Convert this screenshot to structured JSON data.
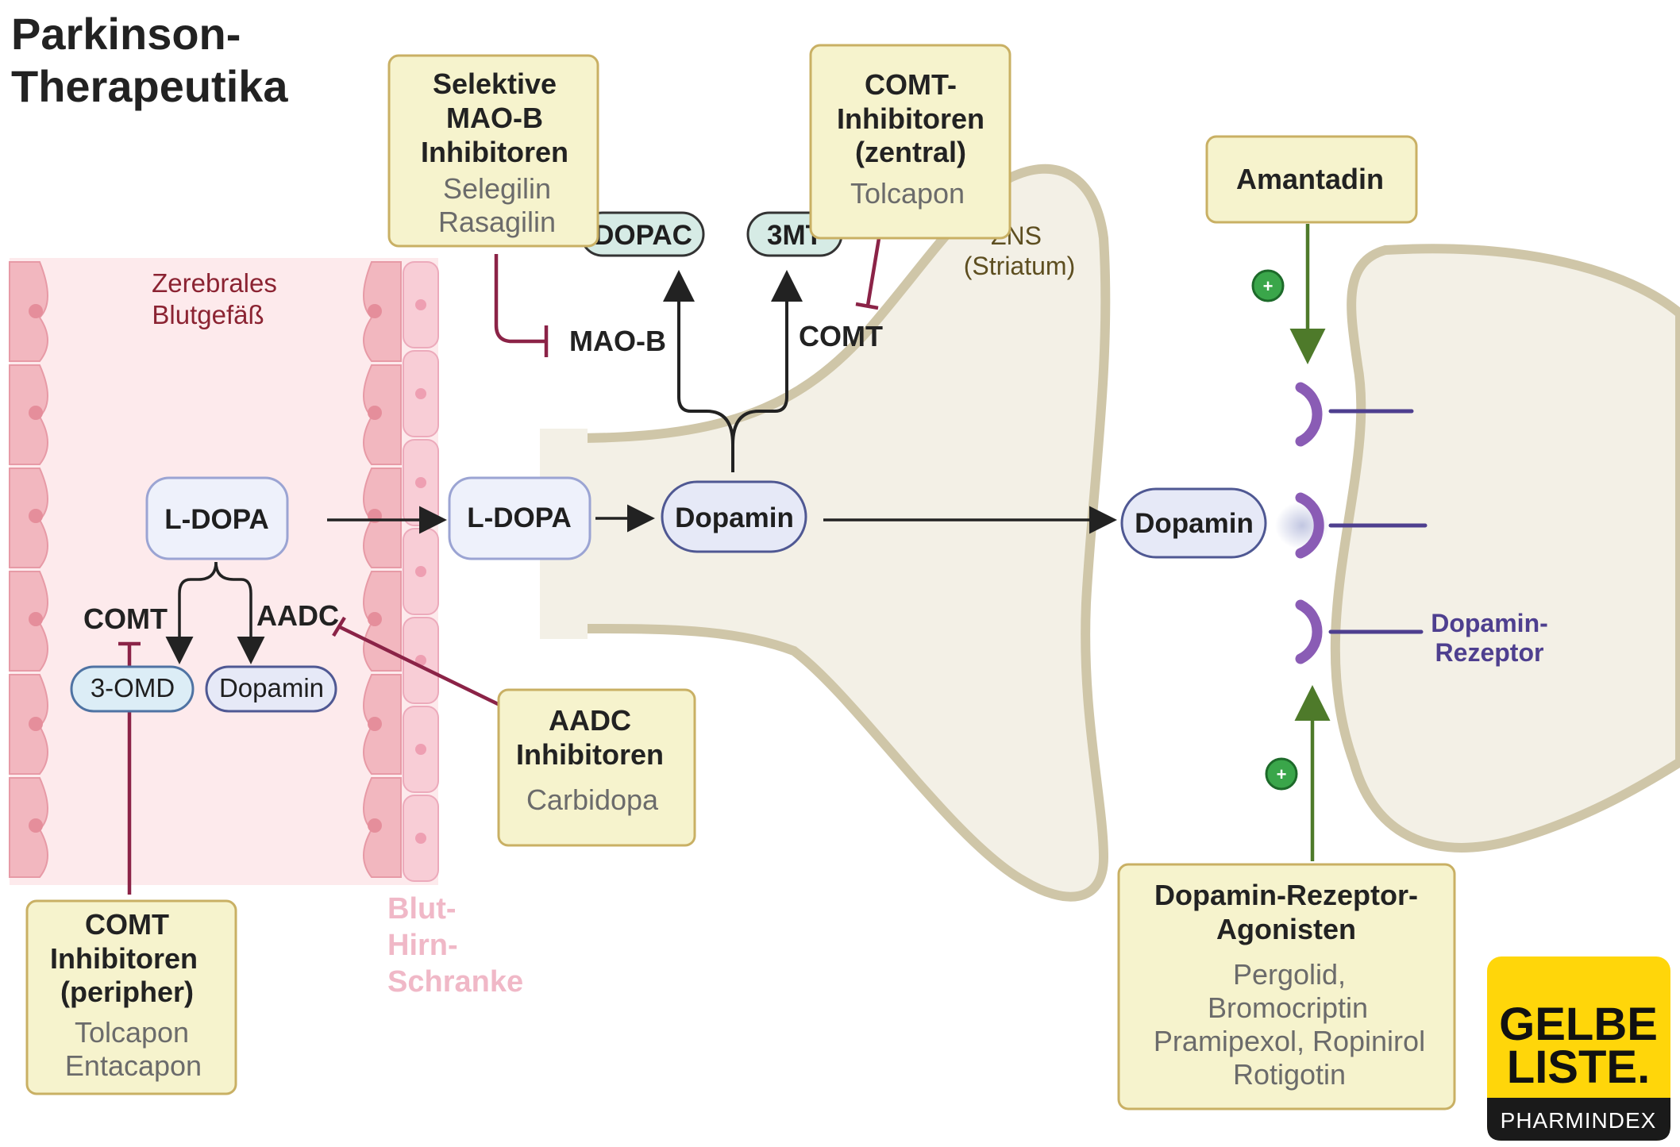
{
  "title": {
    "line1": "Parkinson-",
    "line2": "Therapeutika"
  },
  "labels": {
    "vessel_line1": "Zerebrales",
    "vessel_line2": "Blutgefäß",
    "bbb_line1": "Blut-",
    "bbb_line2": "Hirn-",
    "bbb_line3": "Schranke",
    "zns_line1": "ZNS",
    "zns_line2": "(Striatum)",
    "receptor_line1": "Dopamin-",
    "receptor_line2": "Rezeptor"
  },
  "nodes": {
    "ldopa_blood": "L-DOPA",
    "ldopa_brain": "L-DOPA",
    "dopamin_presyn": "Dopamin",
    "dopamin_cleft": "Dopamin",
    "dopac": "DOPAC",
    "mt3": "3MT",
    "omd3": "3-OMD",
    "dopamin_peripheral": "Dopamin"
  },
  "enzymes": {
    "comt_peripheral": "COMT",
    "aadc": "AADC",
    "maob": "MAO-B",
    "comt_central": "COMT"
  },
  "drug_boxes": {
    "maob_inhibitors": {
      "title_lines": [
        "Selektive",
        "MAO-B",
        "Inhibitoren"
      ],
      "drugs": [
        "Selegilin",
        "Rasagilin"
      ]
    },
    "comt_central": {
      "title_lines": [
        "COMT-",
        "Inhibitoren",
        "(zentral)"
      ],
      "drugs": [
        "Tolcapon"
      ]
    },
    "amantadin": {
      "title_lines": [
        "Amantadin"
      ],
      "drugs": []
    },
    "aadc_inhibitors": {
      "title_lines": [
        "AADC",
        "Inhibitoren"
      ],
      "drugs": [
        "Carbidopa"
      ]
    },
    "comt_peripheral": {
      "title_lines": [
        "COMT",
        "Inhibitoren",
        "(peripher)"
      ],
      "drugs": [
        "Tolcapon",
        "Entacapon"
      ]
    },
    "da_agonists": {
      "title_lines": [
        "Dopamin-Rezeptor-",
        "Agonisten"
      ],
      "drugs": [
        "Pergolid,",
        "Bromocriptin",
        "Pramipexol, Ropinirol",
        "Rotigotin"
      ]
    }
  },
  "effects": {
    "amantadin": "+",
    "agonists": "+"
  },
  "logo": {
    "line1": "GELBE",
    "line2": "LISTE.",
    "sub": "PHARMINDEX"
  },
  "colors": {
    "drug_box_fill": "#f6f3cd",
    "drug_box_border": "#c9b064",
    "inhibition": "#8b2347",
    "activation": "#4e7a2a",
    "neuron_fill": "#f3f0e6",
    "neuron_outline": "#cfc6a8",
    "vessel_fill": "#fdeaec",
    "receptor": "#8a5cb5",
    "logo_yellow": "#ffd60a"
  }
}
